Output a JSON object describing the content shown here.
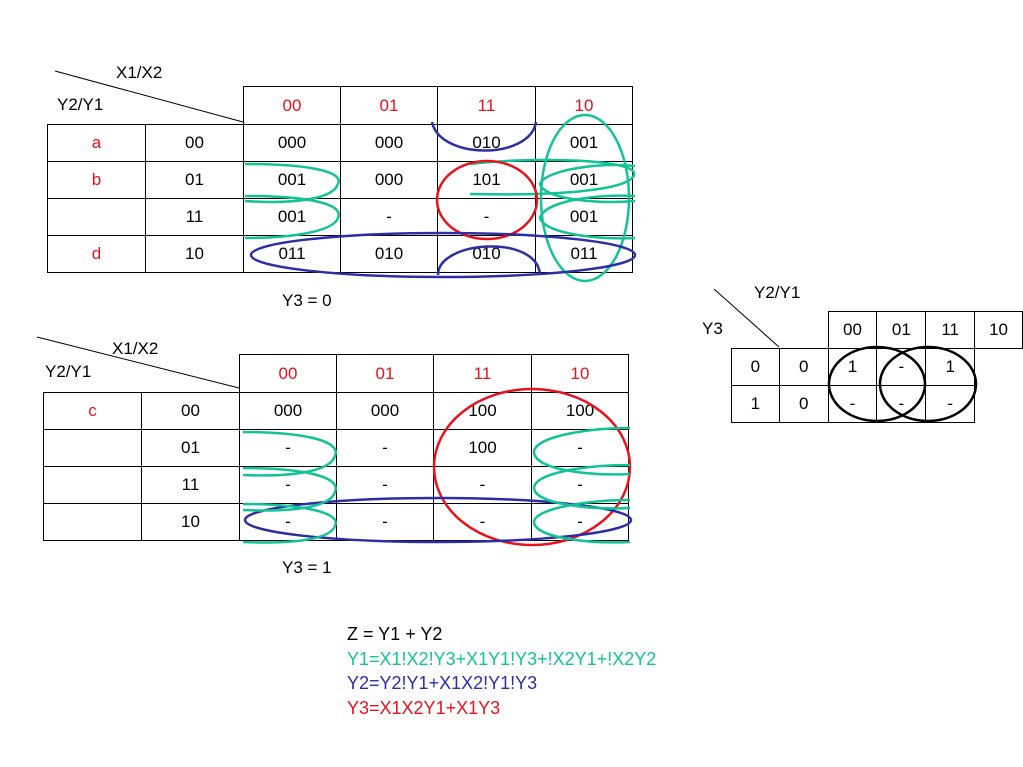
{
  "map1": {
    "col_var": "X1/X2",
    "row_var": "Y2/Y1",
    "col_headers": [
      "00",
      "01",
      "11",
      "10"
    ],
    "rows": [
      {
        "state": "a",
        "code": "00",
        "cells": [
          "000",
          "000",
          "010",
          "001"
        ]
      },
      {
        "state": "b",
        "code": "01",
        "cells": [
          "001",
          "000",
          "101",
          "001"
        ]
      },
      {
        "state": "",
        "code": "11",
        "cells": [
          "001",
          "-",
          "-",
          "001"
        ]
      },
      {
        "state": "d",
        "code": "10",
        "cells": [
          "011",
          "010",
          "010",
          "011"
        ]
      }
    ],
    "caption": "Y3 = 0"
  },
  "map2": {
    "col_var": "X1/X2",
    "row_var": "Y2/Y1",
    "col_headers": [
      "00",
      "01",
      "11",
      "10"
    ],
    "rows": [
      {
        "state": "c",
        "code": "00",
        "cells": [
          "000",
          "000",
          "100",
          "100"
        ]
      },
      {
        "state": "",
        "code": "01",
        "cells": [
          "-",
          "-",
          "100",
          "-"
        ]
      },
      {
        "state": "",
        "code": "11",
        "cells": [
          "-",
          "-",
          "-",
          "-"
        ]
      },
      {
        "state": "",
        "code": "10",
        "cells": [
          "-",
          "-",
          "-",
          "-"
        ]
      }
    ],
    "caption": "Y3 = 1"
  },
  "map3": {
    "col_var": "Y2/Y1",
    "row_var": "Y3",
    "col_headers": [
      "00",
      "01",
      "11",
      "10"
    ],
    "rows": [
      {
        "code": "0",
        "cells": [
          "0",
          "1",
          "-",
          "1"
        ]
      },
      {
        "code": "1",
        "cells": [
          "0",
          "-",
          "-",
          "-"
        ]
      }
    ]
  },
  "equations": {
    "z": "Z = Y1 + Y2",
    "y1": "Y1=X1!X2!Y3+X1Y1!Y3+!X2Y1+!X2Y2",
    "y2": "Y2=Y2!Y1+X1X2!Y1!Y3",
    "y3": "Y3=X1X2Y1+X1Y3"
  },
  "colors": {
    "header_red": "#e8121c",
    "group_green": "#13c398",
    "group_blue": "#2d2ea3",
    "group_red": "#e8121c",
    "group_black": "#000000"
  }
}
